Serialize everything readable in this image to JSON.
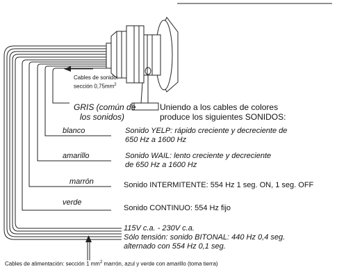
{
  "labels": {
    "sound_cables_1": "Cables de sonido:",
    "sound_cables_2": "sección 0,75mm",
    "sound_cables_sup": "2",
    "gris_1": "GRIS (común de",
    "gris_2": "los sonidos)",
    "intro_1": "Uniendo a los cables de colores",
    "intro_2": "produce los siguientes SONIDOS:",
    "power_cables_a": "Cables de alimentación: sección 1 mm",
    "power_cables_sup": "2",
    "power_cables_b": " marrón, azul y verde con amarillo (toma tierra)"
  },
  "wires": [
    {
      "color": "blanco",
      "lines": [
        "Sonido YELP: rápido creciente y decreciente de",
        "650 Hz a 1600 Hz"
      ]
    },
    {
      "color": "amarillo",
      "lines": [
        "Sonido WAIL: lento creciente y decreciente",
        "de 650 Hz a 1600 Hz"
      ]
    },
    {
      "color": "marrón",
      "lines": [
        "Sonido INTERMITENTE: 554 Hz 1 seg. ON, 1 seg. OFF"
      ]
    },
    {
      "color": "verde",
      "lines": [
        "Sonido CONTINUO: 554 Hz fijo"
      ]
    }
  ],
  "power": {
    "lines": [
      "115V c.a. - 230V c.a.",
      "Sólo tensión: sonido BITONAL: 440 Hz 0,4 seg.",
      "alternado con 554 Hz 0,1 seg."
    ]
  }
}
